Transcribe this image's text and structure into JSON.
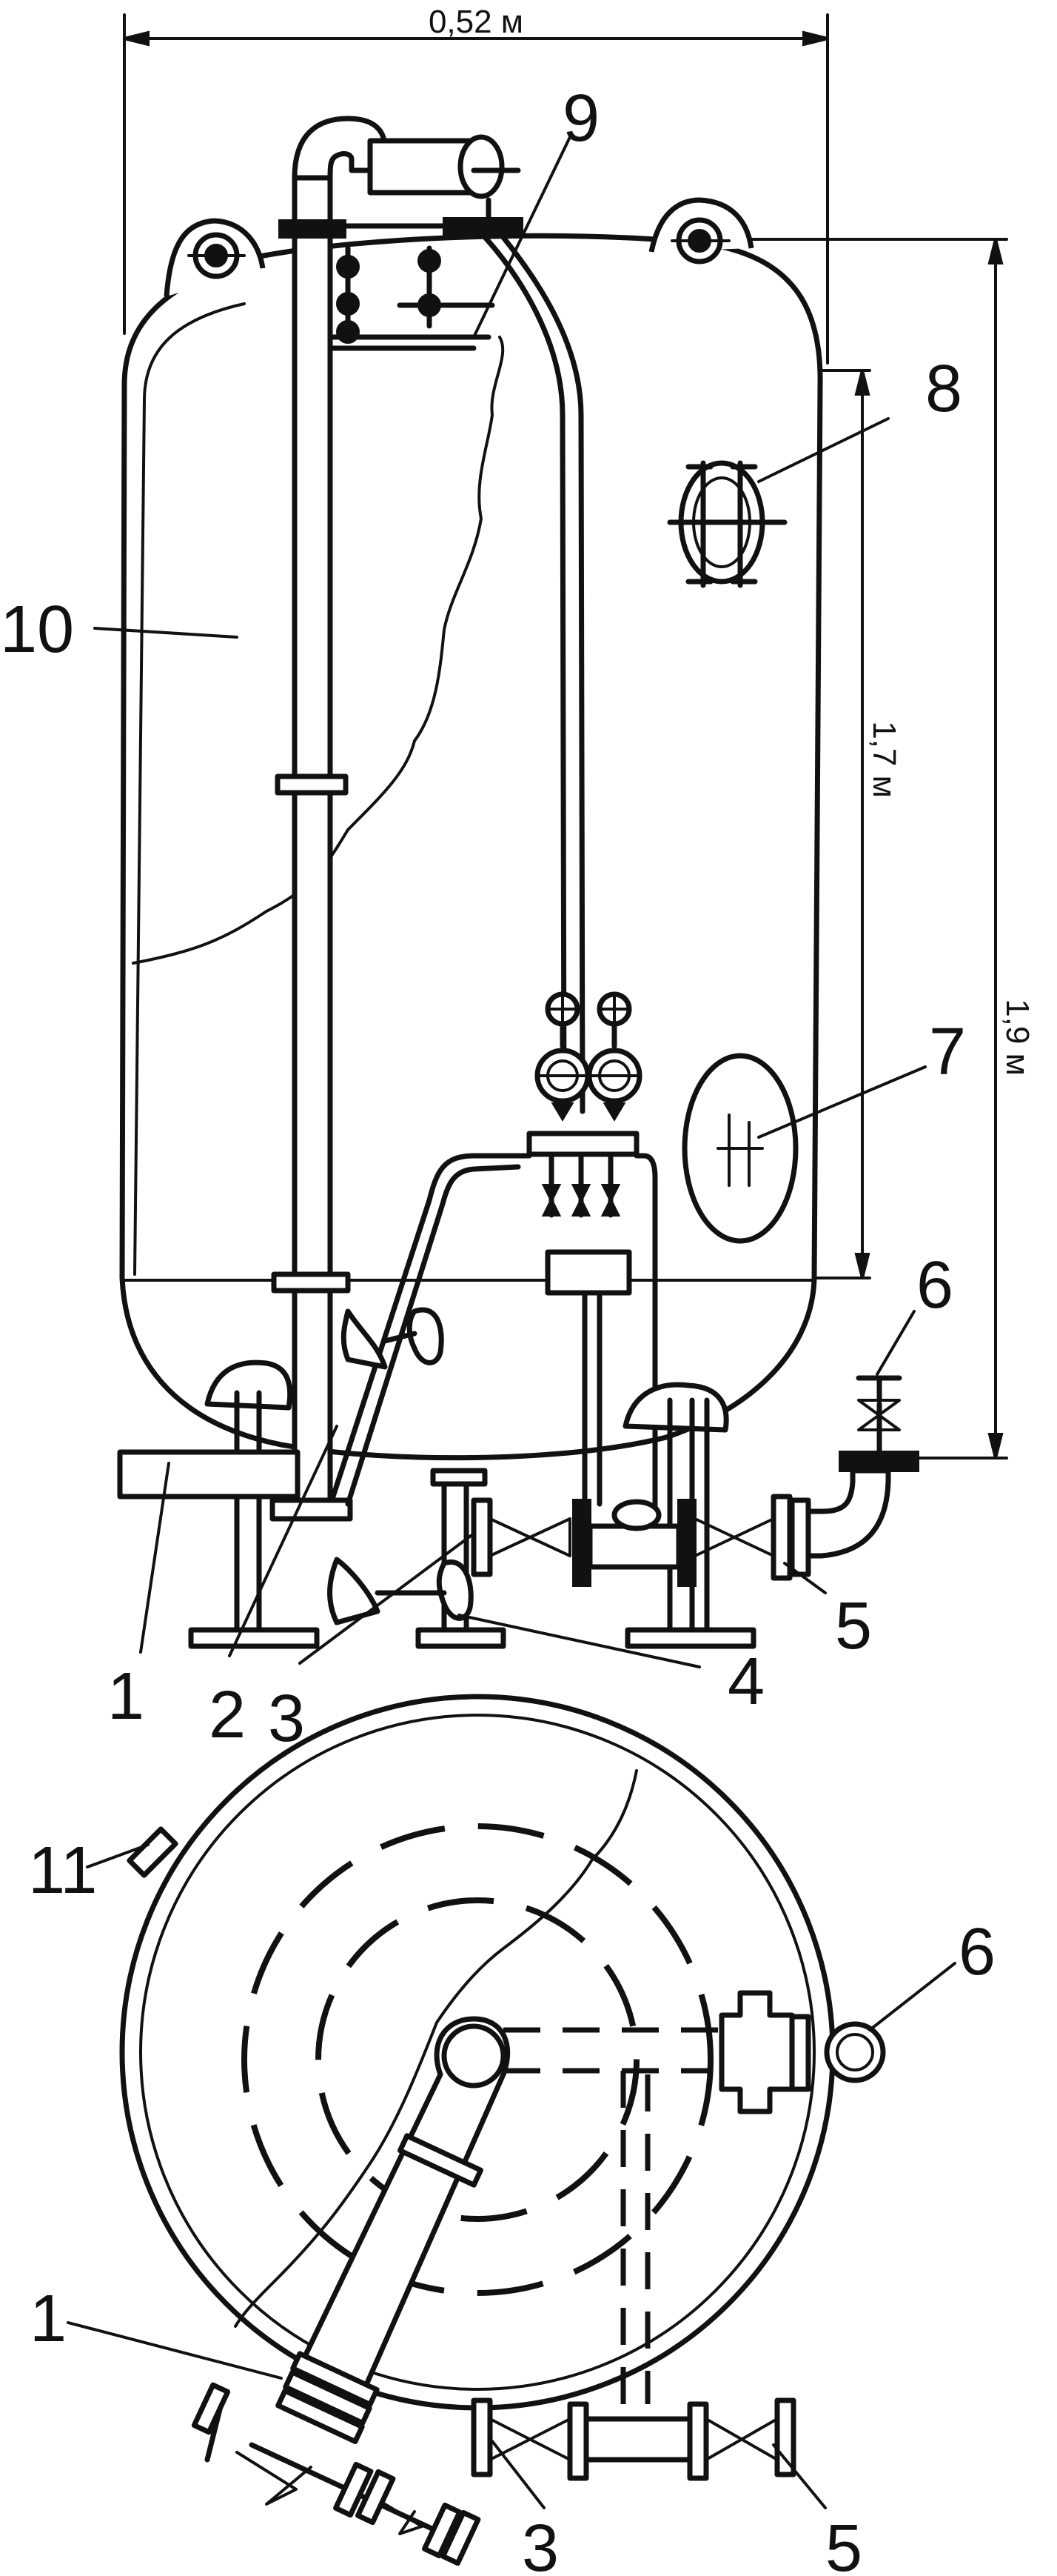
{
  "dimensions": {
    "width": "0,52 м",
    "height_shell": "1,7 м",
    "height_total": "1,9 м"
  },
  "side_view_labels": [
    "1",
    "2",
    "3",
    "4",
    "5",
    "6",
    "7",
    "8",
    "9",
    "10"
  ],
  "top_view_labels": [
    "11",
    "6",
    "1",
    "3",
    "5"
  ]
}
